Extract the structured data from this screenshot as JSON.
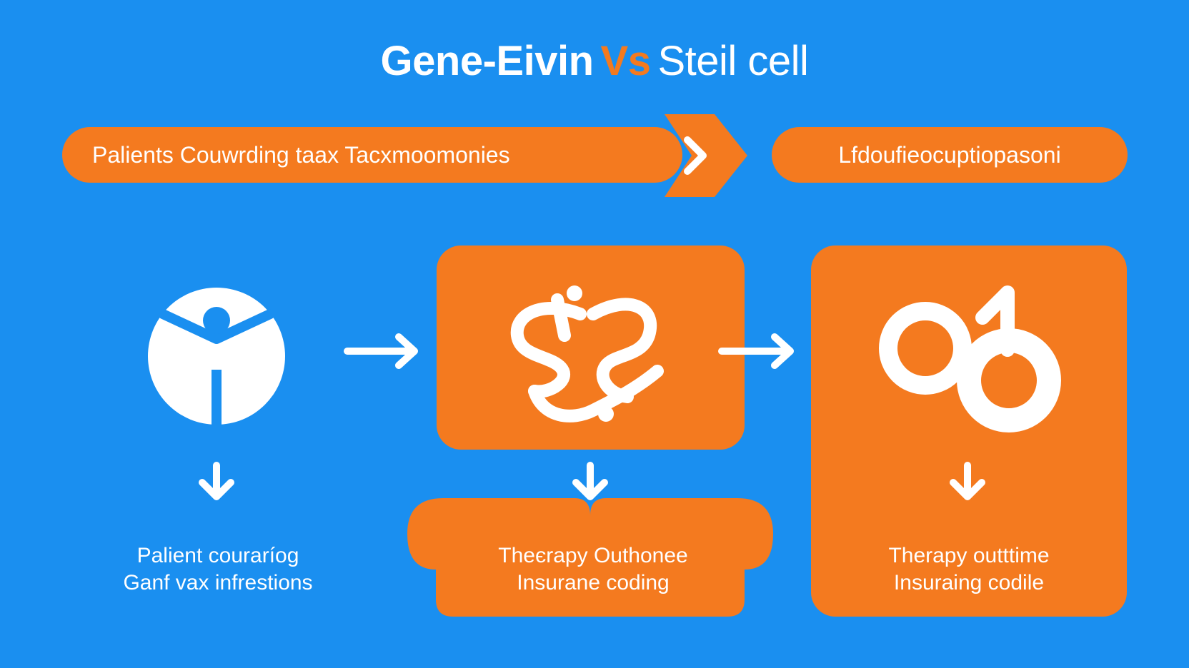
{
  "title": {
    "part1": "Gene-Eivin",
    "vs": "Vs",
    "part2": "Steil cell"
  },
  "colors": {
    "background": "#1a8ff0",
    "accent": "#f47a1f",
    "foreground": "#ffffff"
  },
  "banner": {
    "text": "Palients Couwrding taax Tacxmoomonies",
    "icon": "chevron-right-icon"
  },
  "pill": {
    "text": "Lfdoufieocuptiopasoni"
  },
  "icons": {
    "left": "person-circle-icon",
    "middle": "dna-strand-icon",
    "right": "molecule-icon",
    "flow": [
      "arrow-right-icon",
      "arrow-right-icon",
      "arrow-down-icon",
      "arrow-down-icon",
      "arrow-down-icon"
    ]
  },
  "captions": {
    "left": [
      "Palient couraríog",
      "Ganf vax infrestions"
    ],
    "middle": [
      "Theєrapy Outhonee",
      "Insurane coding"
    ],
    "right": [
      "Therapy outttime",
      "Insuraing codile"
    ]
  }
}
